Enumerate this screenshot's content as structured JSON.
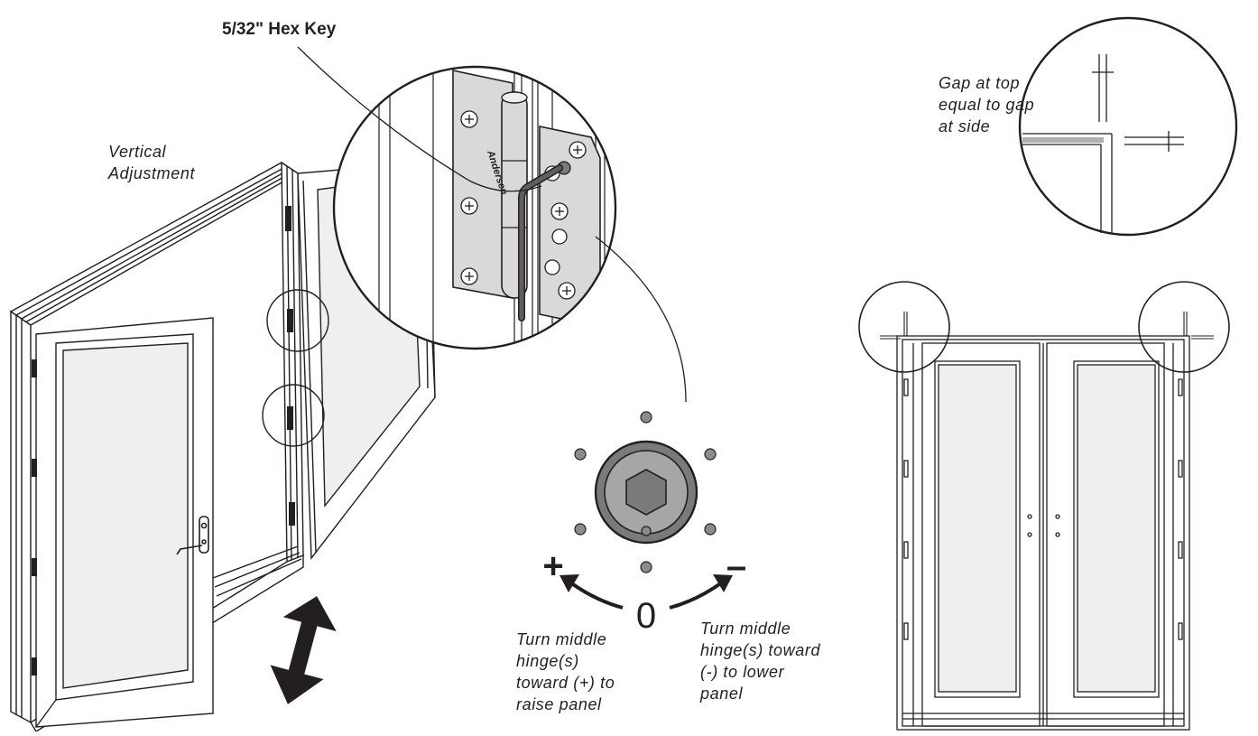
{
  "labels": {
    "hex_key": "5/32\" Hex Key",
    "vertical_adjustment": [
      "Vertical",
      "Adjustment"
    ],
    "gap_note": [
      "Gap at top",
      "equal to gap",
      "at side"
    ],
    "raise_note": [
      "Turn middle",
      "hinge(s)",
      "toward (+) to",
      "raise panel"
    ],
    "lower_note": [
      "Turn middle",
      "hinge(s) toward",
      "(-) to lower",
      "panel"
    ],
    "plus_sign": "+",
    "minus_sign": "–",
    "zero_mark": "0",
    "hinge_brand": "Andersen"
  },
  "colors": {
    "line": "#231f20",
    "hinge_metal": "#d9d9d9",
    "cam_dark": "#7a7a7a",
    "cam_light": "#a6a6a6",
    "dot": "#8c8c8c",
    "glass": "#efefef"
  }
}
